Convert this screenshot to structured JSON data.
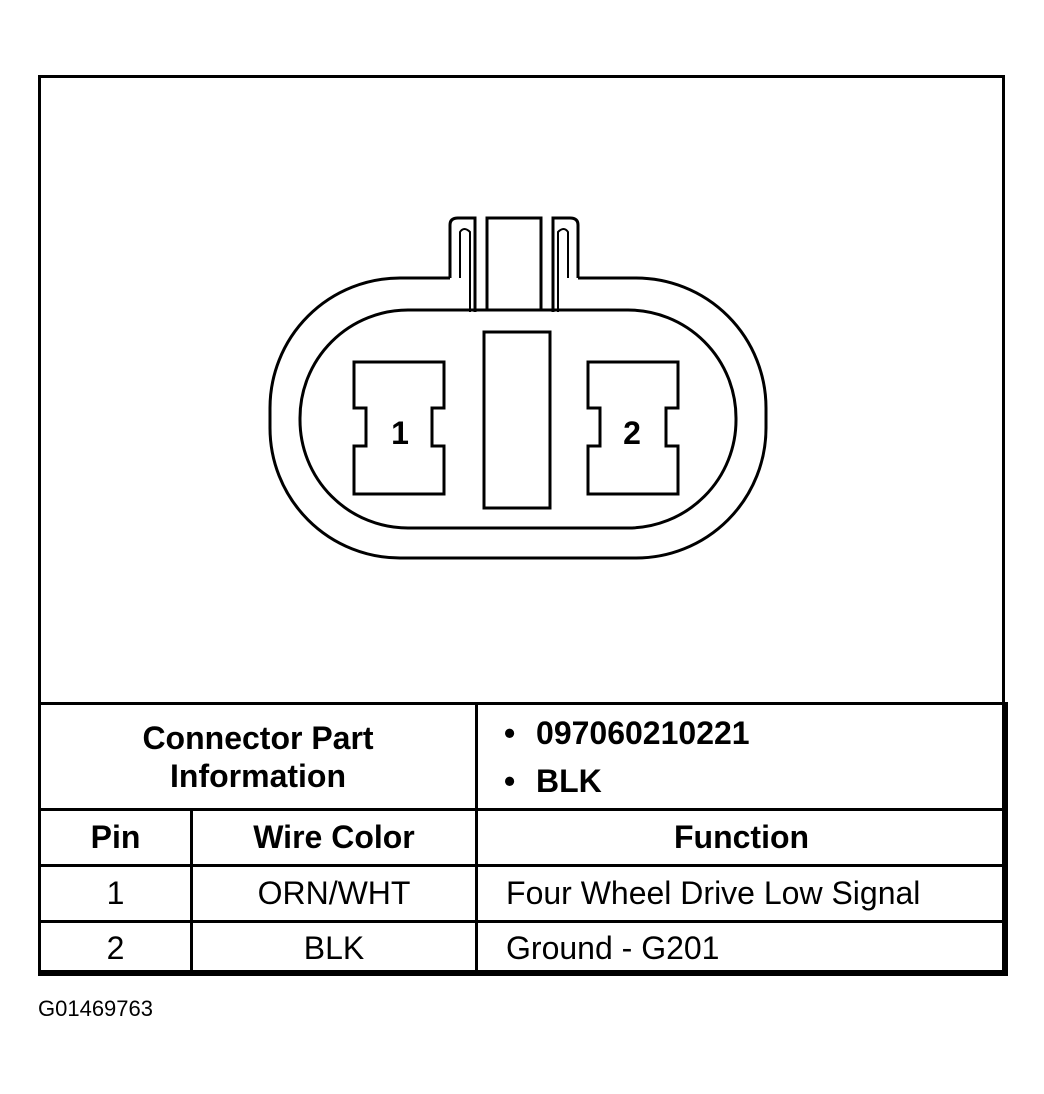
{
  "connector": {
    "pins": [
      {
        "number": "1"
      },
      {
        "number": "2"
      }
    ]
  },
  "part_info": {
    "label_line1": "Connector Part",
    "label_line2": "Information",
    "values": [
      "097060210221",
      "BLK"
    ],
    "bullet": "•"
  },
  "table": {
    "headers": {
      "pin": "Pin",
      "wire_color": "Wire Color",
      "function": "Function"
    },
    "rows": [
      {
        "pin": "1",
        "wire_color": "ORN/WHT",
        "function": "Four Wheel Drive Low Signal"
      },
      {
        "pin": "2",
        "wire_color": "BLK",
        "function": "Ground - G201"
      }
    ]
  },
  "figure_id": "G01469763"
}
